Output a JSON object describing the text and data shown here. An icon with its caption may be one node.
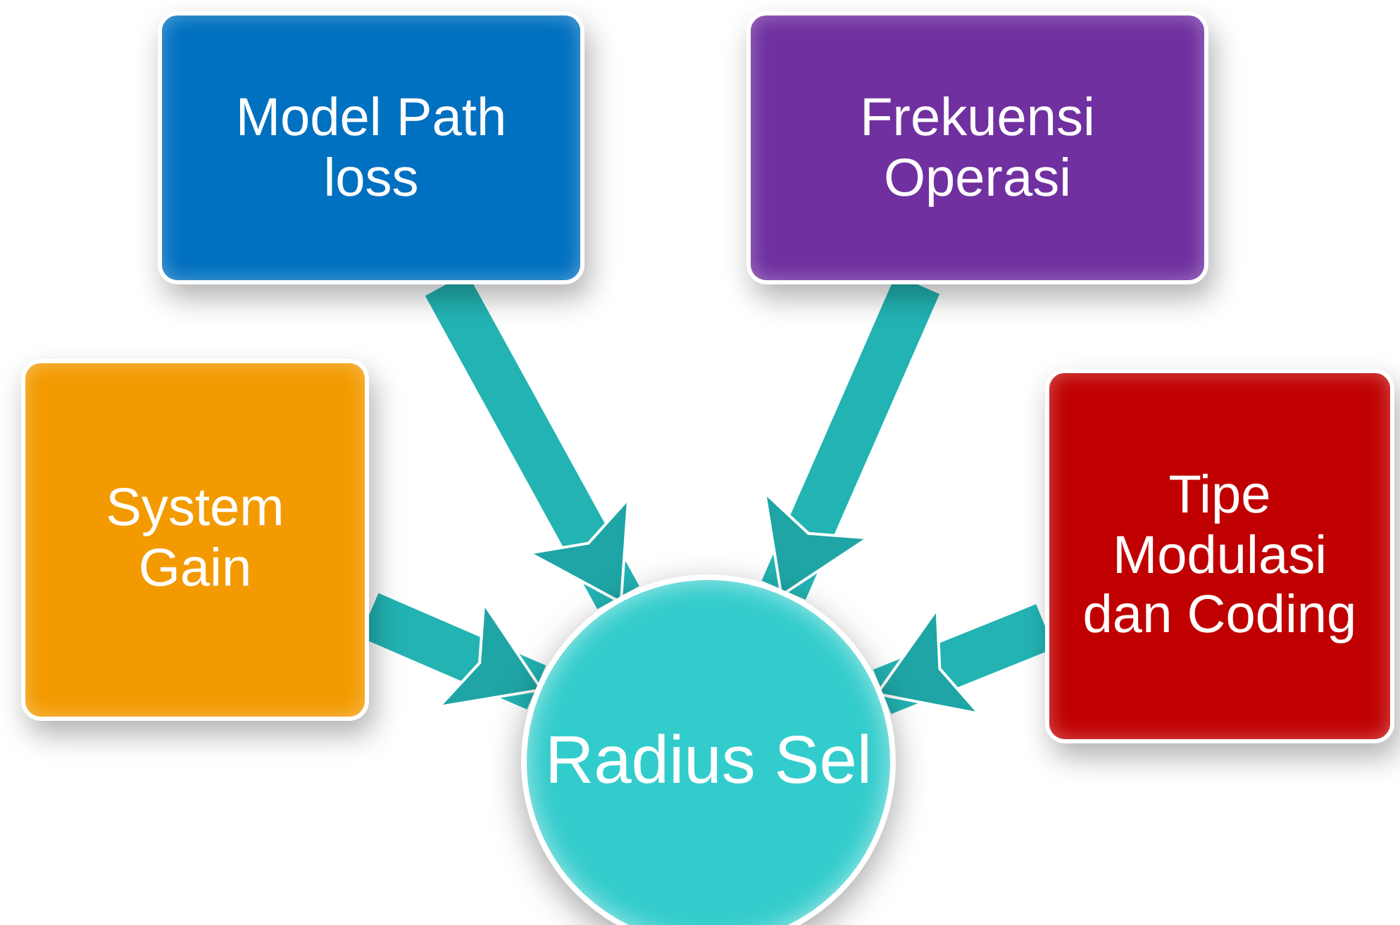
{
  "diagram": {
    "nodes": [
      {
        "text": [
          "Model Path loss"
        ]
      },
      {
        "text": [
          "Frekuensi Operasi"
        ]
      },
      {
        "text": [
          "System Gain"
        ]
      },
      {
        "text": [
          "Tipe Modulasi dan Coding"
        ]
      },
      {
        "text": [
          "Radius Sel"
        ]
      }
    ],
    "edges": [
      {
        "from": 0,
        "to": 4,
        "arrow": "to"
      },
      {
        "from": 1,
        "to": 4,
        "arrow": "to"
      },
      {
        "from": 2,
        "to": 4,
        "arrow": "to"
      },
      {
        "from": 3,
        "to": 4,
        "arrow": "to"
      }
    ]
  }
}
